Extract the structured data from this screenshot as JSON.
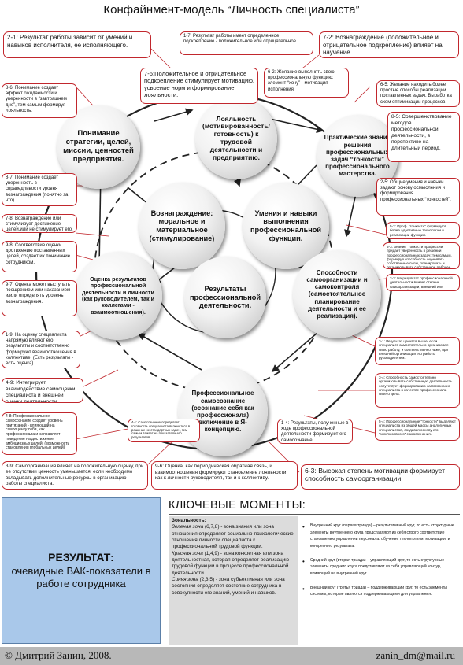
{
  "title": "Конфайнмент-модель “Личность специалиста”",
  "nodes": {
    "understanding": "Понимание стратегии, целей, миссии, ценностей предприятия.",
    "loyalty": "Лояльность (мотивированность/ готовность) к трудовой деятельности и предприятию.",
    "practical": "Практические знания решения профессиональных задач “тонкости” профессионального мастерства.",
    "reward": "Вознаграждение: моральное и материальное (стимулирование)",
    "skills": "Умения и навыки выполнения профессиональной функции.",
    "evaluation": "Оценка результатов профессиональной деятельности и личности (как руководителем, так и коллегами - взаимоотношения).",
    "results": "Результаты профессиональной деятельности.",
    "selforg": "Способности самоорганизации и самоконтроля (самостоятельное планирование деятельности и ее реализация).",
    "selfaware": "Профессиональное самосознание (осознание себя как профессионала) включение в Я-концепцию."
  },
  "notes": {
    "n21": "2-1: Результат работы зависит от умений и навыков исполнителя, ее исполняющего.",
    "n17": "1-7: Результат работы имеет определенное подкрепление - положительное или отрицательное.",
    "n72": "7-2: Вознаграждение (положительное и отрицательное подкрепление) влияет на научение.",
    "n76": "7-6:Положительное и отрицательное подкрепление стимулирует мотивацию, усвоение норм и формирование лояльности.",
    "n62": "6-2: Желание выполнять свою профессиональную функцию; элемент “хочу” - мотивация исполнения.",
    "n86": "8-6: Понимание создает эффект ожидаемости и уверенности в “завтрашнем дне”, тем самым формируя лояльность.",
    "n65": "6-5: Желание находить более простые способы реализации поставленных задач. Выработка схем оптимизации процессов.",
    "n85": "8-5: Совершенствование методов профессиональной деятельности, в перспективе на длительный период.",
    "n87": "8-7: Понимание создает уверенность в справедливости уровня вознаграждения (понятно за что).",
    "n25": "2-5: Общие умения и навыки задают основу осмысления и формирования профессиональных “тонкостей”.",
    "n78": "7-8: Вознаграждение или стимулирует достижение целей,или не стимулирует его.",
    "n52": "5-2: Проф. “тонкости” формируют более адаптивные технологии в реализации функции.",
    "n98": "9-8: Соответствие оценки достижению поставленных целей, создает их понимание сотрудником.",
    "n53": "5-3: Знание “тонкости профессии” придает уверенность в решении профессиональных задач; тем самым, формируя способность оценивать собственные силы, планировать и организовывать собственное рабочее время.",
    "n97": "9-7: Оценка может выступать поощрением или наказанием и/или определять уровень вознаграждения.",
    "n23": "2-3: На результат профессиональной деятельности влияет степень самоорганизации; внешний или внутренний контроль.",
    "n19": "1-9: На оценку специалиста напрямую влияют его результаты и соответственно формируют взаимоотношения в коллективе. (Есть результаты - есть оценка)",
    "n31": "3-1: Результат ценится выше, если специалист самостоятельно организовал свою работу, и соответственно ниже, при внешней организации его работы руководителем.",
    "n49": "4-9: Интегрирует взаимодействие самооценки специалиста и внешней оценки деятельности.",
    "n34": "3-4: Способность самостоятельно организовывать собственную деятельность сопутствует формированию самосознания специалиста в качестве профессионала своего дела.",
    "n48": "4-8: Профессиональное самосознание создает уровень притязаний - влияющий на самооценку себя, как профессионала и направляет поведение на достижение амбициозных целей. (возможность становления глобальных целей)",
    "n41": "4-1: Самосознание определяет готовность специалиста включиться в решение не стандартных задач, тем самым влияет на показатели его результатов.",
    "n14": "1-4: Результаты, полученные в ходе профессиональной деятельности формируют его самосознание.",
    "n54": "5-4: Профессиональные “тонкости” выделяют специалиста из общей массы аналогичных специалистов, создавая основу его “эксклюзивного” самосознания.",
    "n39": "3-9: Самоорганизация влияет на положительную оценку, при ее отсутствии ценность уменьшается, если необходимо вкладывать дополнительные ресурсы в организацию работы специалиста.",
    "n96": "9-6: Оценка, как периодическая обратная связь, и взаимоотношения формируют становление лояльности как к личности руководителя, так и к коллективу.",
    "n63": "6-3: Высокая степень мотивации формирует способность самоорганизации."
  },
  "result": {
    "title": "РЕЗУЛЬТАТ:",
    "text": "очевидные ВАК-показатели в работе сотрудника"
  },
  "key": {
    "heading": "КЛЮЧЕВЫЕ МОМЕНТЫ:",
    "zones_title": "Зональность:",
    "green_name": "Зеленая зона",
    "green_text": " (6,7,8) - зона знания или зона отношения определяет социально-психологические отношения личности специалиста к профессиональной трудовой функции.",
    "red_name": "Красная зона",
    "red_text": " (1,4,9) - зона конкретная или зона деятельностная, которая определяет реализацию трудовой функции в процессе профессиональной деятельности.",
    "blue_name": "Синяя зона",
    "blue_text": " (2,3,5) - зона субъективная или зона состояния определяет состояние сотрудника в совокупности его знаний, умений и навыков.",
    "bullets": [
      "Внутренний круг (первая триада) – результативный круг, то есть структурные элементы внутреннего круга представляют из себя строго соответствие становлению управлении персонала: обучение технологиям, мотивации, и конкретного результата.",
      "Средний круг (вторая триада) – управляющий круг, то есть структурные элементы среднего круга представляют из себя управляющий контур, влияющий на внутренний круг.",
      "Внешний круг (третья триада) – поддерживающий круг, то есть элементы системы, которые являются поддерживающими для управления."
    ]
  },
  "footer": {
    "author": "© Дмитрий Занин, 2008.",
    "email": "zanin_dm@mail.ru"
  }
}
